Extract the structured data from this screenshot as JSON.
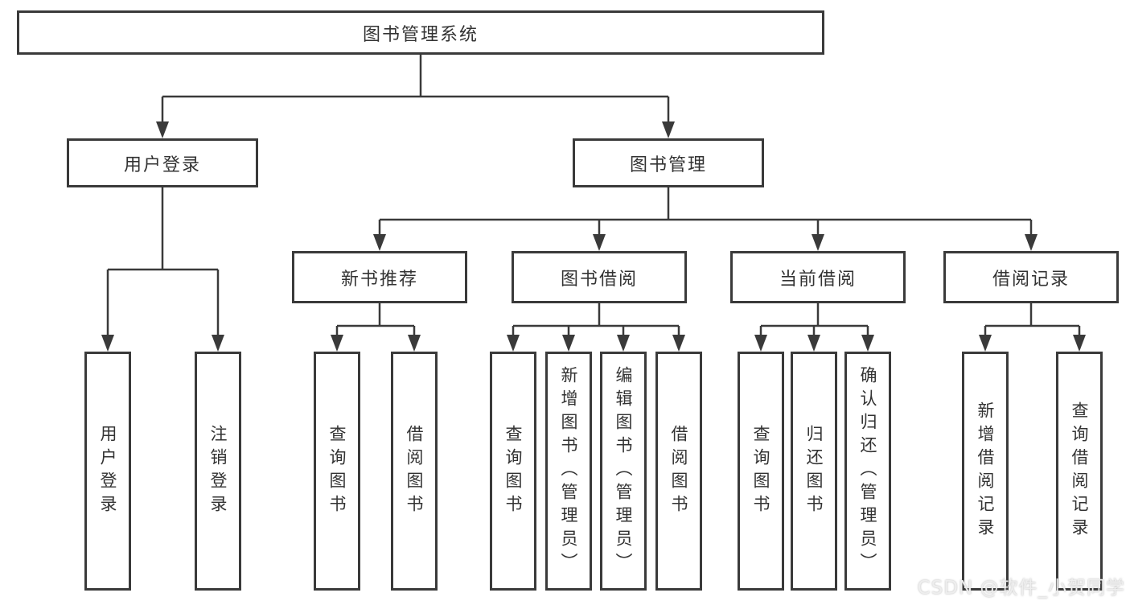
{
  "tree": {
    "label": "图书管理系统",
    "children": [
      {
        "label": "用户登录",
        "children": [
          {
            "label": "用户登录"
          },
          {
            "label": "注销登录"
          }
        ]
      },
      {
        "label": "图书管理",
        "children": [
          {
            "label": "新书推荐",
            "children": [
              {
                "label": "查询图书"
              },
              {
                "label": "借阅图书"
              }
            ]
          },
          {
            "label": "图书借阅",
            "children": [
              {
                "label": "查询图书"
              },
              {
                "label": "新增图书（管理员）"
              },
              {
                "label": "编辑图书（管理员）"
              },
              {
                "label": "借阅图书"
              }
            ]
          },
          {
            "label": "当前借阅",
            "children": [
              {
                "label": "查询图书"
              },
              {
                "label": "归还图书"
              },
              {
                "label": "确认归还（管理员）"
              }
            ]
          },
          {
            "label": "借阅记录",
            "children": [
              {
                "label": "新增借阅记录"
              },
              {
                "label": "查询借阅记录"
              }
            ]
          }
        ]
      }
    ]
  },
  "watermark": {
    "text": "CSDN @软件_小贺同学"
  },
  "colors": {
    "line": "#3a3a3a",
    "text": "#333333",
    "bg": "#ffffff",
    "watermark": "#eeeeee"
  }
}
